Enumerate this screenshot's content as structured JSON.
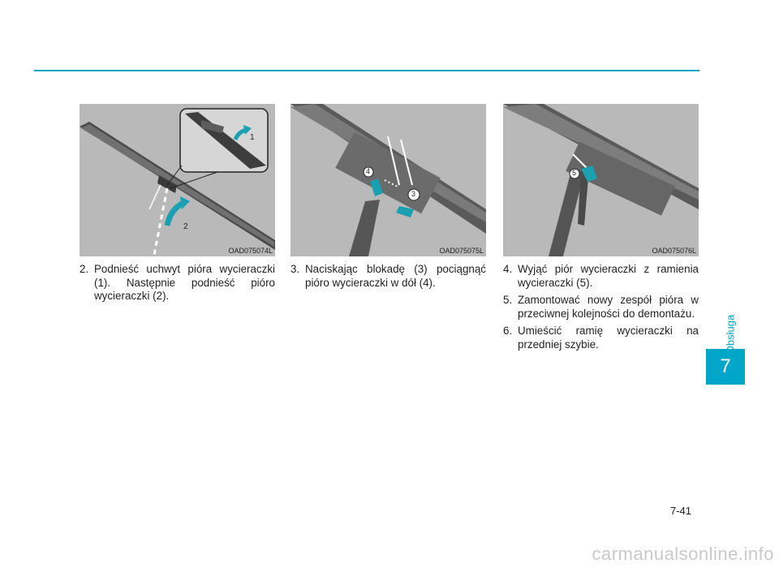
{
  "section_label": "Obsługa",
  "chapter_number": "7",
  "page_number": "7-41",
  "watermark": "carmanualsonline.info",
  "figures": [
    {
      "code": "OAD075074L",
      "callouts": [
        "1",
        "2"
      ]
    },
    {
      "code": "OAD075075L",
      "callouts": [
        "4",
        "3"
      ]
    },
    {
      "code": "OAD075076L",
      "callouts": [
        "5"
      ]
    }
  ],
  "steps": [
    {
      "num": "2.",
      "text": "Podnieść uchwyt pióra wycieracz­ki (1). Następnie podnieść pióro wycieraczki (2)."
    },
    {
      "num": "3.",
      "text": "Naciskając blokadę (3) pociągnąć pióro wycieraczki w dół (4)."
    },
    {
      "num": "4.",
      "text": "Wyjąć piór wycieraczki z ramienia wycieraczki (5)."
    },
    {
      "num": "5.",
      "text": "Zamontować nowy zespół pióra w przeciwnej kolejności do demontażu."
    },
    {
      "num": "6.",
      "text": "Umieścić ramię wycieraczki na przedniej szybie."
    }
  ],
  "colors": {
    "accent": "#00a6c8",
    "figure_bg": "#b9b9b9"
  }
}
